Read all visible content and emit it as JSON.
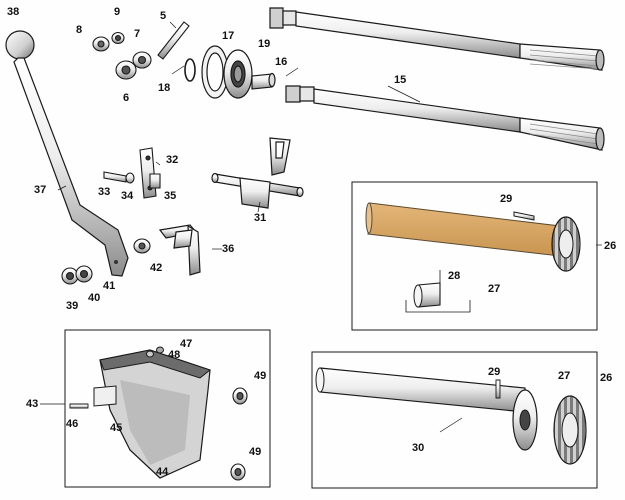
{
  "part_numbers": {
    "n38": "38",
    "n9": "9",
    "n8": "8",
    "n7": "7",
    "n5": "5",
    "n6": "6",
    "n17": "17",
    "n19": "19",
    "n18": "18",
    "n16": "16",
    "n15": "15",
    "n37": "37",
    "n32": "32",
    "n33": "33",
    "n34": "34",
    "n35": "35",
    "n31": "31",
    "n36": "36",
    "n42": "42",
    "n41": "41",
    "n39": "39",
    "n40": "40",
    "n29a": "29",
    "n26a": "26",
    "n28": "28",
    "n27a": "27",
    "n43": "43",
    "n47": "47",
    "n48": "48",
    "n46": "46",
    "n45": "45",
    "n44": "44",
    "n49a": "49",
    "n49b": "49",
    "n29b": "29",
    "n27b": "27",
    "n26b": "26",
    "n30": "30"
  },
  "colors": {
    "ink": "#1a1a1a",
    "metal_light": "#e8e8e8",
    "metal_shade": "#9a9a9a",
    "highlight_tan": "#d8a866",
    "background": "#fefefe"
  }
}
